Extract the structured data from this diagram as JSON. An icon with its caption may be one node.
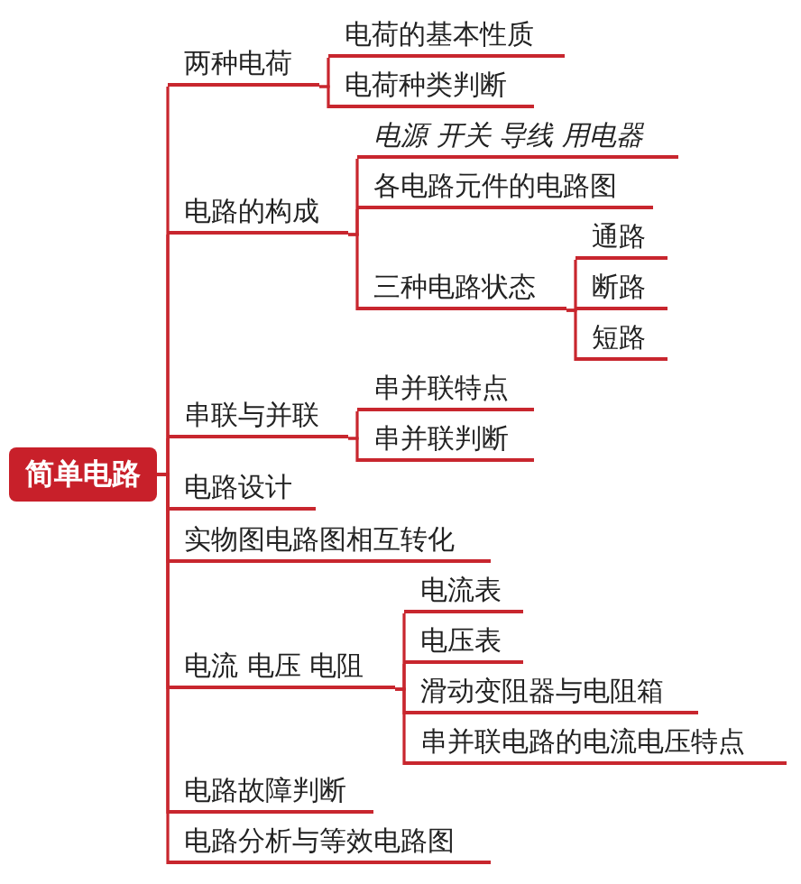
{
  "diagram": {
    "nodes": [
      {
        "text": [
          "简单电路"
        ]
      },
      {
        "text": [
          "两种电荷"
        ]
      },
      {
        "text": [
          "电荷的基本性质"
        ]
      },
      {
        "text": [
          "电荷种类判断"
        ]
      },
      {
        "text": [
          "电路的构成"
        ]
      },
      {
        "text": [
          "电源 开关 导线 用电器"
        ]
      },
      {
        "text": [
          "各电路元件的电路图"
        ]
      },
      {
        "text": [
          "三种电路状态"
        ]
      },
      {
        "text": [
          "通路"
        ]
      },
      {
        "text": [
          "断路"
        ]
      },
      {
        "text": [
          "短路"
        ]
      },
      {
        "text": [
          "串联与并联"
        ]
      },
      {
        "text": [
          "串并联特点"
        ]
      },
      {
        "text": [
          "串并联判断"
        ]
      },
      {
        "text": [
          "电路设计"
        ]
      },
      {
        "text": [
          "实物图电路图相互转化"
        ]
      },
      {
        "text": [
          "电流 电压 电阻"
        ]
      },
      {
        "text": [
          "电流表"
        ]
      },
      {
        "text": [
          "电压表"
        ]
      },
      {
        "text": [
          "滑动变阻器与电阻箱"
        ]
      },
      {
        "text": [
          "串并联电路的电流电压特点"
        ]
      },
      {
        "text": [
          "电路故障判断"
        ]
      },
      {
        "text": [
          "电路分析与等效电路图"
        ]
      }
    ],
    "edges": [
      {
        "from": 0,
        "to": 1,
        "arrow": "none"
      },
      {
        "from": 1,
        "to": 2,
        "arrow": "none"
      },
      {
        "from": 1,
        "to": 3,
        "arrow": "none"
      },
      {
        "from": 0,
        "to": 4,
        "arrow": "none"
      },
      {
        "from": 4,
        "to": 5,
        "arrow": "none"
      },
      {
        "from": 4,
        "to": 6,
        "arrow": "none"
      },
      {
        "from": 4,
        "to": 7,
        "arrow": "none"
      },
      {
        "from": 7,
        "to": 8,
        "arrow": "none"
      },
      {
        "from": 7,
        "to": 9,
        "arrow": "none"
      },
      {
        "from": 7,
        "to": 10,
        "arrow": "none"
      },
      {
        "from": 0,
        "to": 11,
        "arrow": "none"
      },
      {
        "from": 11,
        "to": 12,
        "arrow": "none"
      },
      {
        "from": 11,
        "to": 13,
        "arrow": "none"
      },
      {
        "from": 0,
        "to": 14,
        "arrow": "none"
      },
      {
        "from": 0,
        "to": 15,
        "arrow": "none"
      },
      {
        "from": 0,
        "to": 16,
        "arrow": "none"
      },
      {
        "from": 16,
        "to": 17,
        "arrow": "none"
      },
      {
        "from": 16,
        "to": 18,
        "arrow": "none"
      },
      {
        "from": 16,
        "to": 19,
        "arrow": "none"
      },
      {
        "from": 16,
        "to": 20,
        "arrow": "none"
      },
      {
        "from": 0,
        "to": 21,
        "arrow": "none"
      },
      {
        "from": 0,
        "to": 22,
        "arrow": "none"
      }
    ]
  }
}
